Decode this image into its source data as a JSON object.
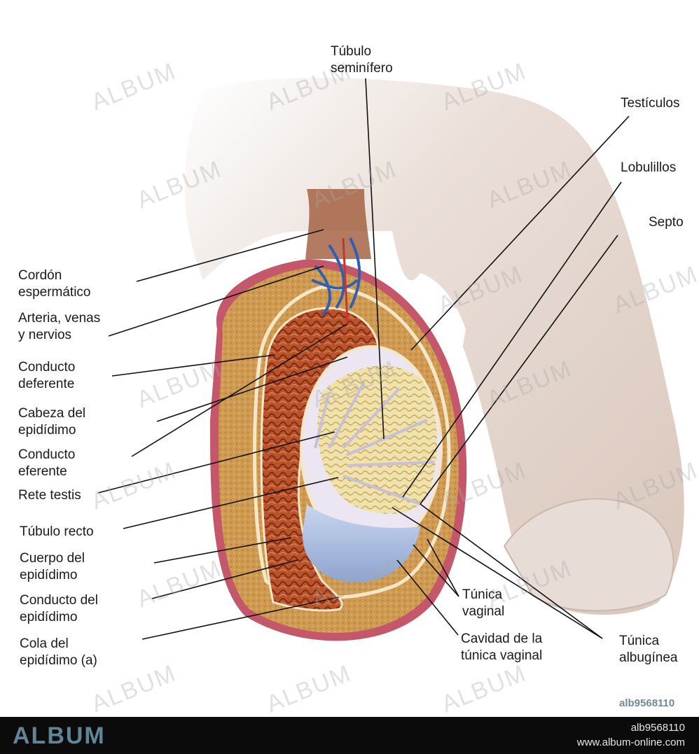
{
  "labels": {
    "tubulo_seminifero": [
      "Túbulo",
      "seminífero"
    ],
    "testiculos": [
      "Testículos"
    ],
    "lobulillos": [
      "Lobulillos"
    ],
    "septo": [
      "Septo"
    ],
    "cordon_espermatico": [
      "Cordón",
      "espermático"
    ],
    "arteria_venas": [
      "Arteria, venas",
      "y nervios"
    ],
    "conducto_deferente": [
      "Conducto",
      "deferente"
    ],
    "cabeza_epididimo": [
      "Cabeza del",
      "epidídimo"
    ],
    "conducto_eferente": [
      "Conducto",
      "eferente"
    ],
    "rete_testis": [
      "Rete testis"
    ],
    "tubulo_recto": [
      "Túbulo recto"
    ],
    "cuerpo_epididimo": [
      "Cuerpo del",
      "epidídimo"
    ],
    "conducto_epididimo": [
      "Conducto del",
      "epidídimo"
    ],
    "cola_epididimo": [
      "Cola del",
      "epidídimo (a)"
    ],
    "tunica_vaginal": [
      "Túnica",
      "vaginal"
    ],
    "cavidad_tunica": [
      "Cavidad de la",
      "túnica vaginal"
    ],
    "tunica_albuginea": [
      "Túnica",
      "albugínea"
    ]
  },
  "watermark": "ALBUM",
  "image_id": "alb9568110",
  "footer": {
    "brand": "ALBUM",
    "code": "alb9568110",
    "site": "www.album-online.com"
  },
  "colors": {
    "skin": "#e6d8cf",
    "scrotal_layer": "#c9924a",
    "epididymis": "#b7502a",
    "testis_lobules": "#e9d9a0",
    "cavity": "#9fb4d8",
    "veins": "#2f5fb0"
  }
}
